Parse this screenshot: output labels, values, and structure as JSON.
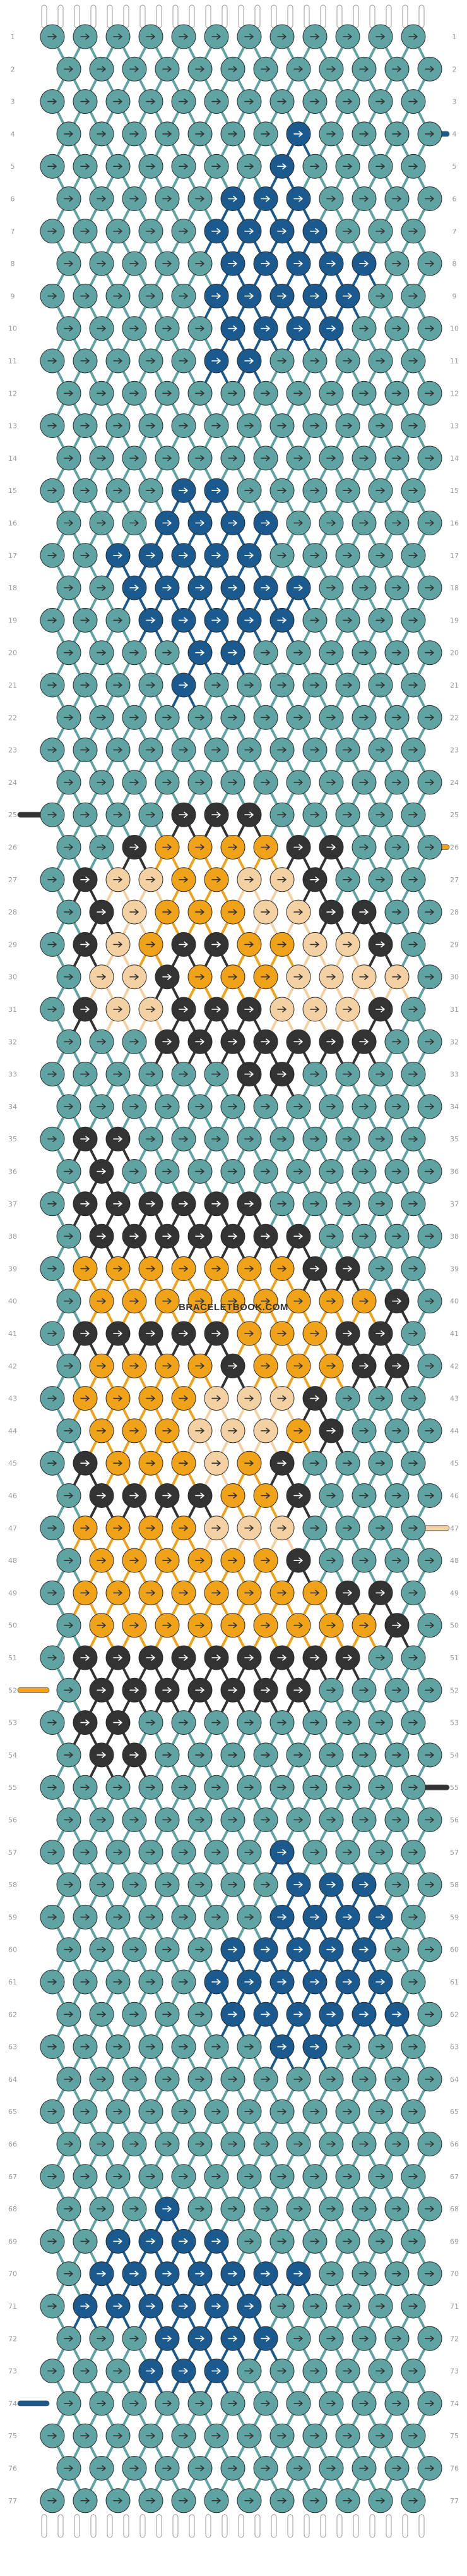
{
  "pattern": {
    "rows": 77,
    "columns": 12,
    "strings": 24,
    "row_label_start": 1,
    "watermark": "BRACELETBOOK.COM",
    "colors": {
      "teal": "#5fa3a3",
      "blue": "#1a5a8e",
      "black": "#333333",
      "orange": "#f0a319",
      "peach": "#f3d1a2"
    },
    "color_keys": [
      "teal",
      "blue",
      "black",
      "orange",
      "peach"
    ],
    "knot_rows": [
      "AAAAAAAAAAAA",
      "AAAAAAAAAAAA",
      "AAAAAAAAAAAA",
      "AAAAAAABAAAA",
      "AAAAAAABAAAA",
      "AAAAABBBAAAA",
      "AAAAABBBBAAA",
      "AAAAABBBBBAA",
      "AAAAABBBBBAA",
      "AAAAABBBBAAA",
      "AAAAABBAAAAA",
      "AAAAAAAAAAAA",
      "AAAAAAAAAAAA",
      "AAAAAAAAAAAA",
      "AAAABBAAAAAA",
      "AAABBBBAAAAA",
      "AABBBBBAAAAA",
      "AABBBBBBAAAA",
      "AAABBBBBAAAA",
      "AAAABBAAAAAA",
      "AAAABAAAAAAA",
      "AAAAAAAAAAAA",
      "AAAAAAAAAAAA",
      "AAAAAAAAAAAA",
      "AAAACCCAAAAA",
      "AACDDDDCCAAA",
      "ACEEDDEECAAA",
      "ACEDDDEECCAA",
      "ACEDCCDDEECA",
      "AEECDDDEEEEA",
      "ACEECCCEEECA",
      "AAACCCCCCCAA",
      "AAAAAACCAAAA",
      "AAAAAAAAAAAA",
      "ACCAAAAAAAAA",
      "ACAAAAAAAAAA",
      "ACCCCCCAAAAA",
      "ACCCCCCCAAAA",
      "ADDDDDDDCCAA",
      "ADDDDDDDDDCA",
      "ACCCCCDDDCCA",
      "ADDDDCDDDCCA",
      "ADDDDEEECAAA",
      "ADDDEEEDCAAA",
      "ACDDDEDCAAAA",
      "ACCCCDDCAAAA",
      "ADDDDEEEAAAA",
      "ADDDDDDCAAAA",
      "ADDDDDDDDCCA",
      "ADDDDDDDDDCA",
      "ACCCCCCCCCAA",
      "ACCCCCCCAAAA",
      "ACCAAAAAAAAA",
      "ACCAAAAAAAAA",
      "AAAAAAAAAAAA",
      "AAAAAAAAAAAA",
      "AAAAAAABAAAA",
      "AAAAAAABBBAA",
      "AAAAAAABBBBA",
      "AAAAABBBBBAA",
      "AAAAABBBBBBA",
      "AAAAABBBBBBA",
      "AAAAAAABBAAA",
      "AAAAAAAAAAAA",
      "AAAAAAAAAAAA",
      "AAAAAAAAAAAA",
      "AAAAAAAAAAAA",
      "AAABAAAAAAAA",
      "AABBBBAAAAAA",
      "ABBBBBBBAAAA",
      "ABBBBBBAAAAA",
      "AAABBBBAAAAA",
      "AAABBBAAAAAA",
      "AAAAAAAAAAAA",
      "AAAAAAAAAAAA",
      "AAAAAAAAAAAA",
      "AAAAAAAAAAAA"
    ],
    "edge_tails": [
      {
        "row": 4,
        "side": "right",
        "color": "blue"
      },
      {
        "row": 25,
        "side": "left",
        "color": "black"
      },
      {
        "row": 26,
        "side": "right",
        "color": "orange"
      },
      {
        "row": 47,
        "side": "right",
        "color": "peach"
      },
      {
        "row": 52,
        "side": "left",
        "color": "orange"
      },
      {
        "row": 55,
        "side": "right",
        "color": "black"
      },
      {
        "row": 74,
        "side": "left",
        "color": "blue"
      }
    ]
  }
}
